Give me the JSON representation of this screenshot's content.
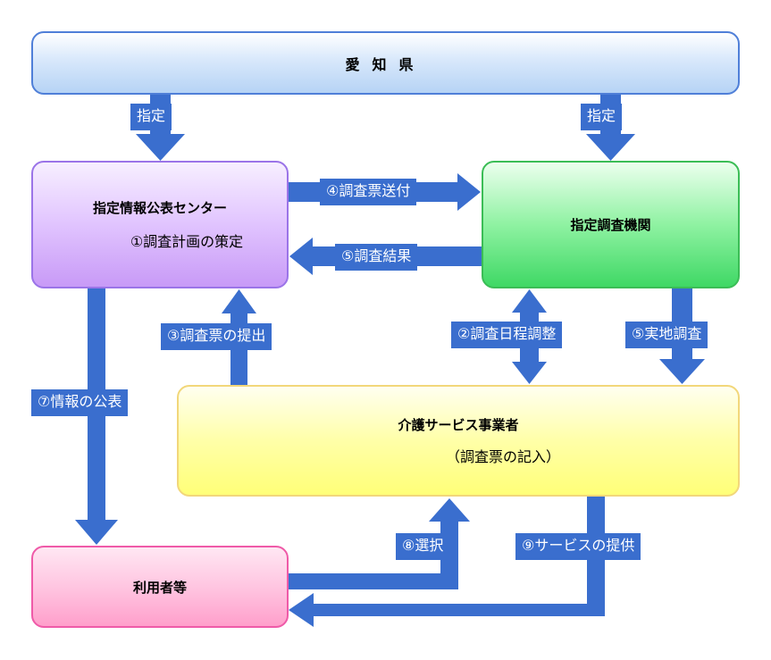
{
  "boxes": {
    "prefecture": {
      "title": "愛知県"
    },
    "center": {
      "title": "指定情報公表センター",
      "sub": "①調査計画の策定"
    },
    "agency": {
      "title": "指定調査機関"
    },
    "provider": {
      "title": "介護サービス事業者",
      "sub": "（調査票の記入）"
    },
    "users": {
      "title": "利用者等"
    }
  },
  "labels": {
    "designate_left": "指定",
    "designate_right": "指定",
    "send_survey": "④調査票送付",
    "survey_result": "⑤調査結果",
    "submit_survey": "③調査票の提出",
    "schedule": "②調査日程調整",
    "onsite": "⑤実地調査",
    "publish": "⑦情報の公表",
    "select": "⑧選択",
    "provide": "⑨サービスの提供"
  },
  "colors": {
    "arrow": "#3a6ece",
    "prefecture_border": "#4f7fd8",
    "center_border": "#9b74e8",
    "agency_border": "#3bbd56",
    "provider_border": "#f2d77a",
    "users_border": "#ef5aa8"
  }
}
